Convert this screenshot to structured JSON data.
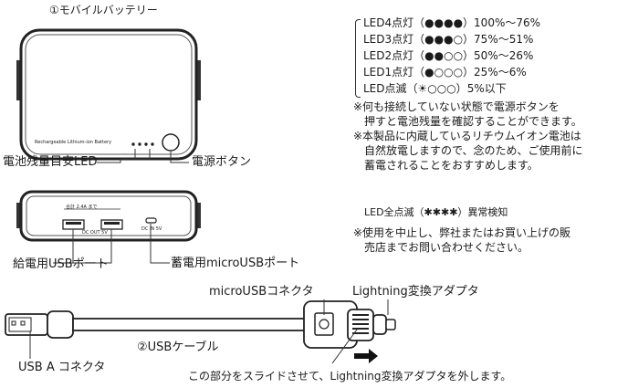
{
  "section1": {
    "title": "①モバイルバッテリー",
    "device_text": "Rechargeable Lithium-ion Battery",
    "led_label": "電池残量目安LED",
    "power_label": "電源ボタン"
  },
  "led_table": {
    "rows": [
      {
        "label": "LED4点灯",
        "indicator": "（●●●●）",
        "value": "100%〜76%"
      },
      {
        "label": "LED3点灯",
        "indicator": "（●●●○）",
        "value": "75%〜51%"
      },
      {
        "label": "LED2点灯",
        "indicator": "（●●○○）",
        "value": "50%〜26%"
      },
      {
        "label": "LED1点灯",
        "indicator": "（●○○○）",
        "value": "25%〜6%"
      },
      {
        "label": "LED点滅",
        "indicator": "（☀○○○）",
        "value": "5%以下"
      }
    ]
  },
  "notes": {
    "note1_line1": "※何も接続していない状態で電源ボタンを",
    "note1_line2": "押すと電池残量を確認することができます。",
    "note2_line1": "※本製品に内蔵しているリチウムイオン電池は",
    "note2_line2": "自然放電しますので、念のため、ご使用前に",
    "note2_line3": "蓄電されることをおすすめします。"
  },
  "abnormal": {
    "line": "LED全点滅（✱✱✱✱）異常検知",
    "note_line1": "※使用を中止し、弊社またはお買い上げの販",
    "note_line2": "売店までお問い合わせください。"
  },
  "ports": {
    "top_text": "合計 2.4A まで",
    "out_text": "DC OUT  5V",
    "in_text": "DC IN 5V",
    "usb_out_label": "給電用USBポート",
    "micro_in_label": "蓄電用microUSBポート"
  },
  "cable": {
    "micro_connector": "microUSBコネクタ",
    "lightning_adapter": "Lightning変換アダプタ",
    "cable_label": "②USBケーブル",
    "usb_a": "USB A コネクタ",
    "slide_note": "この部分をスライドさせて、Lightning変換アダプタを外します。"
  }
}
